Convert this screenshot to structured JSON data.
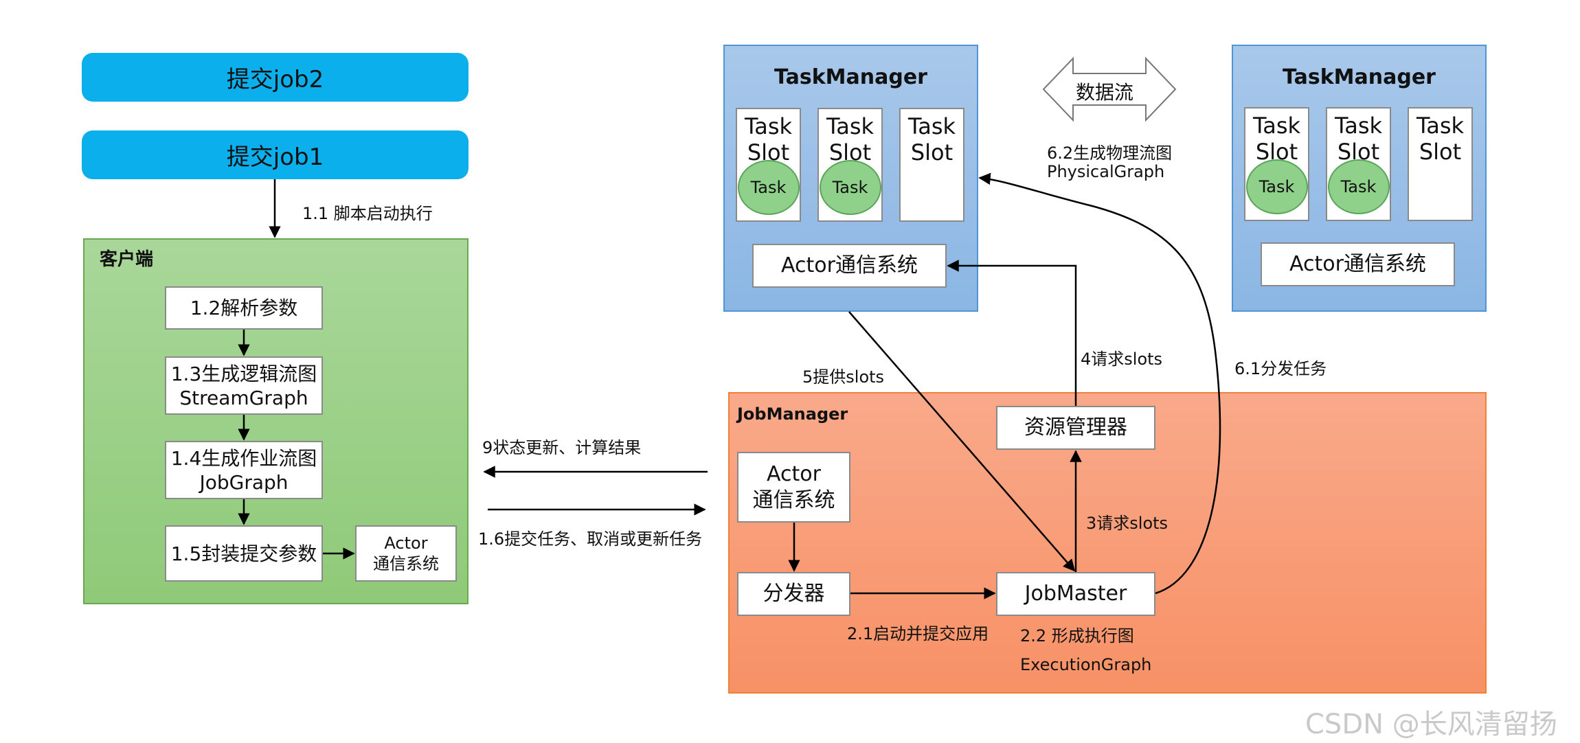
{
  "submit": {
    "job2": "提交job2",
    "job1": "提交job1"
  },
  "client": {
    "title": "客户端",
    "steps": {
      "parse": "1.2解析参数",
      "stream_line1": "1.3生成逻辑流图",
      "stream_line2": "StreamGraph",
      "job_line1": "1.4生成作业流图",
      "job_line2": "JobGraph",
      "pack": "1.5封装提交参数"
    },
    "actor_line1": "Actor",
    "actor_line2": "通信系统"
  },
  "labels": {
    "script_start": "1.1 脚本启动执行",
    "status_update": "9状态更新、计算结果",
    "submit_task": "1.6提交任务、取消或更新任务",
    "provide_slots": "5提供slots",
    "request_slots4": "4请求slots",
    "request_slots3": "3请求slots",
    "dispatch_task": "6.1分发任务",
    "physical_line1": "6.2生成物理流图",
    "physical_line2": "PhysicalGraph",
    "launch_app": "2.1启动并提交应用",
    "exec_line1": "2.2 形成执行图",
    "exec_line2": "ExecutionGraph",
    "data_flow": "数据流"
  },
  "task_managers": [
    {
      "title": "TaskManager",
      "slots": [
        {
          "line1": "Task",
          "line2": "Slot",
          "task": "Task"
        },
        {
          "line1": "Task",
          "line2": "Slot",
          "task": "Task"
        },
        {
          "line1": "Task",
          "line2": "Slot",
          "task": ""
        }
      ],
      "actor": "Actor通信系统"
    },
    {
      "title": "TaskManager",
      "slots": [
        {
          "line1": "Task",
          "line2": "Slot",
          "task": "Task"
        },
        {
          "line1": "Task",
          "line2": "Slot",
          "task": "Task"
        },
        {
          "line1": "Task",
          "line2": "Slot",
          "task": ""
        }
      ],
      "actor": "Actor通信系统"
    }
  ],
  "job_manager": {
    "title": "JobManager",
    "actor_line1": "Actor",
    "actor_line2": "通信系统",
    "dispatcher": "分发器",
    "resource_manager": "资源管理器",
    "job_master": "JobMaster"
  },
  "watermark": "CSDN @长风清留扬"
}
